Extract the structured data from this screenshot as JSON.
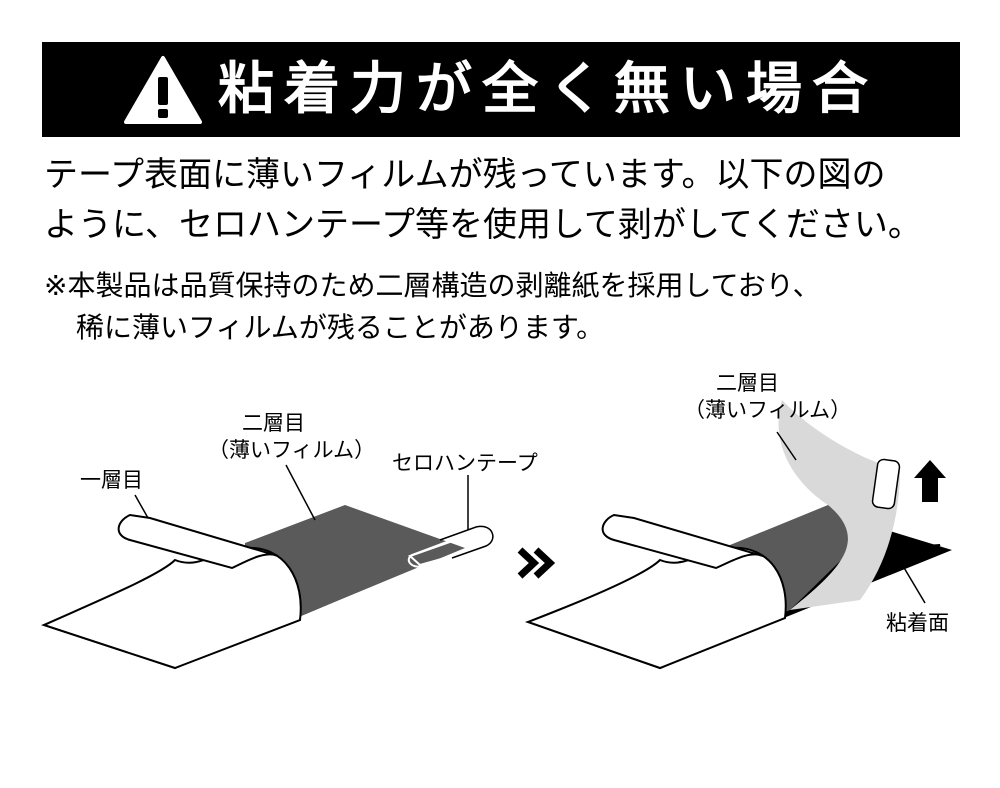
{
  "banner": {
    "title": "粘着力が全く無い場合",
    "icon": "warning-icon",
    "background": "#000000",
    "text_color": "#ffffff"
  },
  "body": {
    "lines": [
      "テープ表面に薄いフィルムが残っています。以下の図の",
      "ように、セロハンテープ等を使用して剥がしてください。"
    ]
  },
  "note": {
    "lines": [
      "※本製品は品質保持のため二層構造の剥離紙を採用しており、",
      "稀に薄いフィルムが残ることがあります。"
    ]
  },
  "diagram": {
    "left": {
      "label_layer1": "一層目",
      "label_layer2_title": "二層目",
      "label_layer2_sub": "（薄いフィルム）",
      "label_tape": "セロハンテープ"
    },
    "right": {
      "label_layer2_title": "二層目",
      "label_layer2_sub": "（薄いフィルム）",
      "label_adhesive": "粘着面"
    },
    "arrow_icon": "double-chevron-right-icon",
    "up_arrow_icon": "arrow-up-icon",
    "colors": {
      "film": "#5a5a5a",
      "adhesive": "#000000",
      "peeled": "#d9d9d9",
      "paper": "#ffffff"
    }
  }
}
